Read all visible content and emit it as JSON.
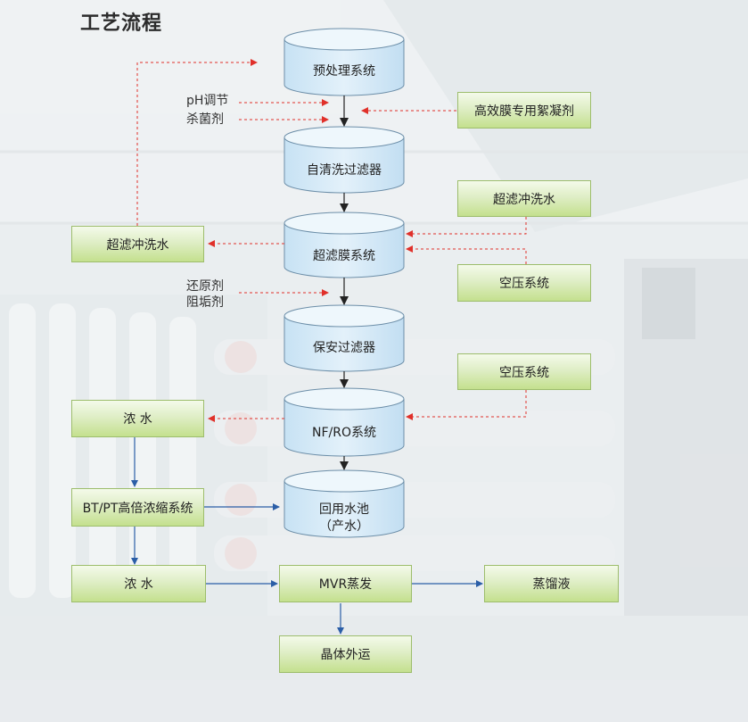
{
  "title": "工艺流程",
  "cylinders": {
    "pretreat": "预处理系统",
    "selfclean": "自清洗过滤器",
    "uf": "超滤膜系统",
    "security": "保安过滤器",
    "nfro": "NF/RO系统",
    "reuse_line1": "回用水池",
    "reuse_line2": "（产水）"
  },
  "boxes": {
    "flocculant": "高效膜专用絮凝剂",
    "uf_flush_right": "超滤冲洗水",
    "uf_flush_left": "超滤冲洗水",
    "air1": "空压系统",
    "air2": "空压系统",
    "conc1": "浓  水",
    "btpt": "BT/PT高倍浓缩系统",
    "conc2": "浓  水",
    "mvr": "MVR蒸发",
    "distillate": "蒸馏液",
    "crystal": "晶体外运"
  },
  "labels": {
    "ph": "pH调节",
    "bactericide": "杀菌剂",
    "reducing": "还原剂",
    "antiscalant": "阻垢剂"
  },
  "colors": {
    "blue_arrow": "#2b5ea7",
    "red_dashed": "#e0302a",
    "green_box": "#c4e08e",
    "cylinder_top": "#e9f4fb",
    "cylinder_body": "#cfe7f7"
  }
}
